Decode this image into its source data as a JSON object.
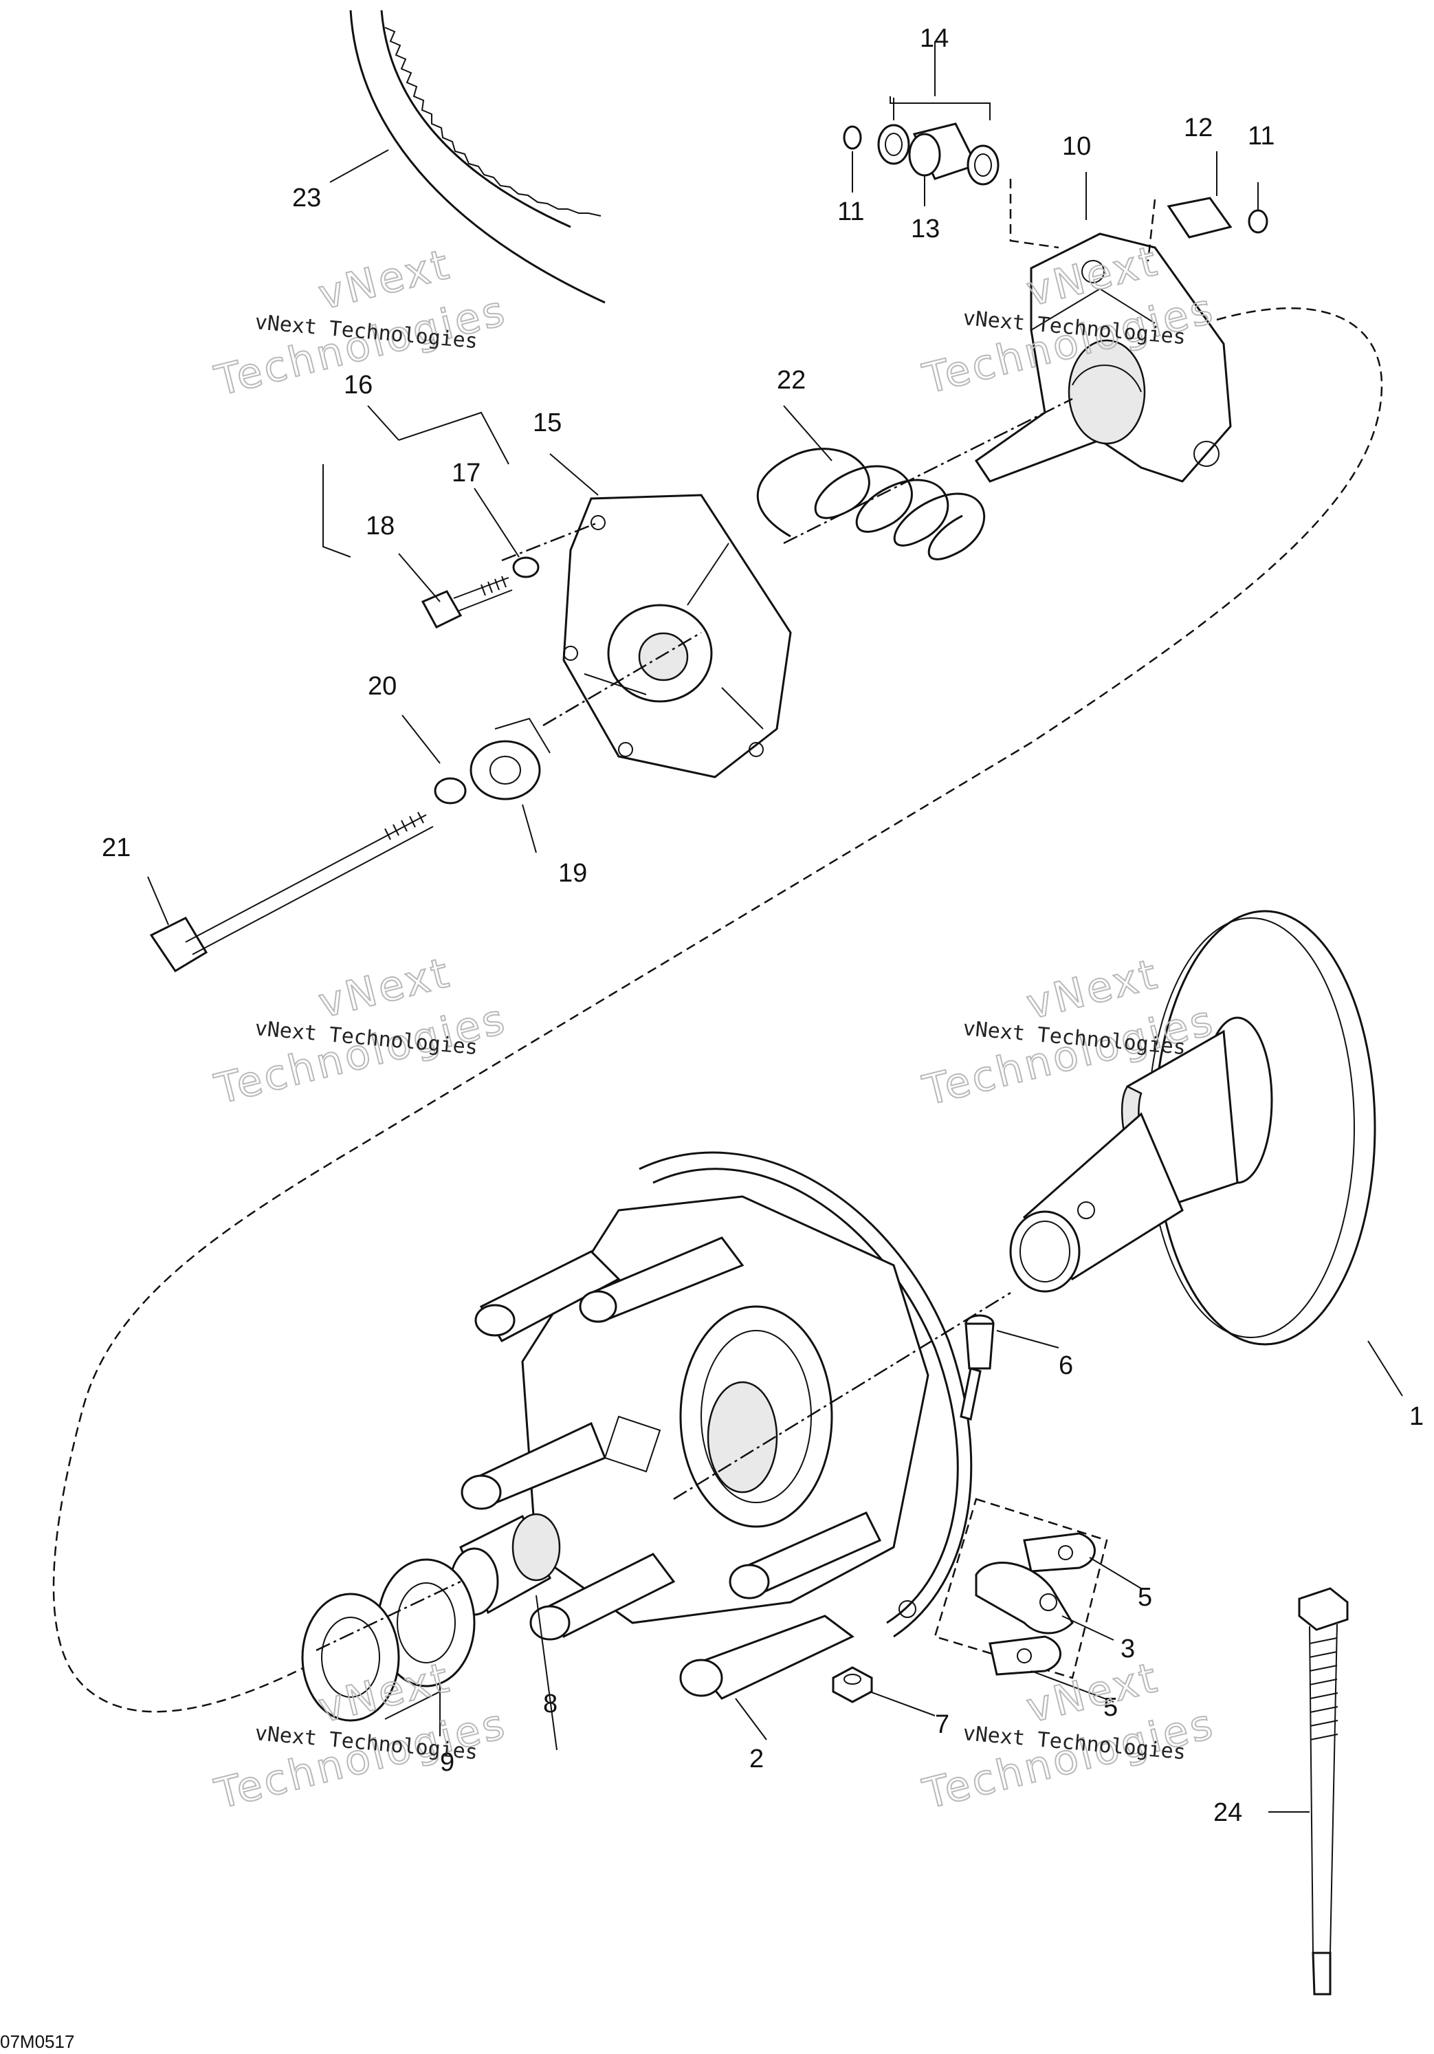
{
  "diagram": {
    "callouts": [
      {
        "id": "1",
        "label": "1"
      },
      {
        "id": "2",
        "label": "2"
      },
      {
        "id": "3",
        "label": "3"
      },
      {
        "id": "5a",
        "label": "5"
      },
      {
        "id": "5b",
        "label": "5"
      },
      {
        "id": "6",
        "label": "6"
      },
      {
        "id": "7",
        "label": "7"
      },
      {
        "id": "8",
        "label": "8"
      },
      {
        "id": "9",
        "label": "9"
      },
      {
        "id": "10",
        "label": "10"
      },
      {
        "id": "11a",
        "label": "11"
      },
      {
        "id": "11b",
        "label": "11"
      },
      {
        "id": "12",
        "label": "12"
      },
      {
        "id": "13",
        "label": "13"
      },
      {
        "id": "14",
        "label": "14"
      },
      {
        "id": "15",
        "label": "15"
      },
      {
        "id": "16",
        "label": "16"
      },
      {
        "id": "17",
        "label": "17"
      },
      {
        "id": "18",
        "label": "18"
      },
      {
        "id": "19",
        "label": "19"
      },
      {
        "id": "20",
        "label": "20"
      },
      {
        "id": "21",
        "label": "21"
      },
      {
        "id": "22",
        "label": "22"
      },
      {
        "id": "23",
        "label": "23"
      },
      {
        "id": "24",
        "label": "24"
      }
    ],
    "watermark": {
      "small_text": "vNext Technologies",
      "big_line1": "vNext",
      "big_line2": "Technologies"
    },
    "drawing_code": "07M0517"
  }
}
